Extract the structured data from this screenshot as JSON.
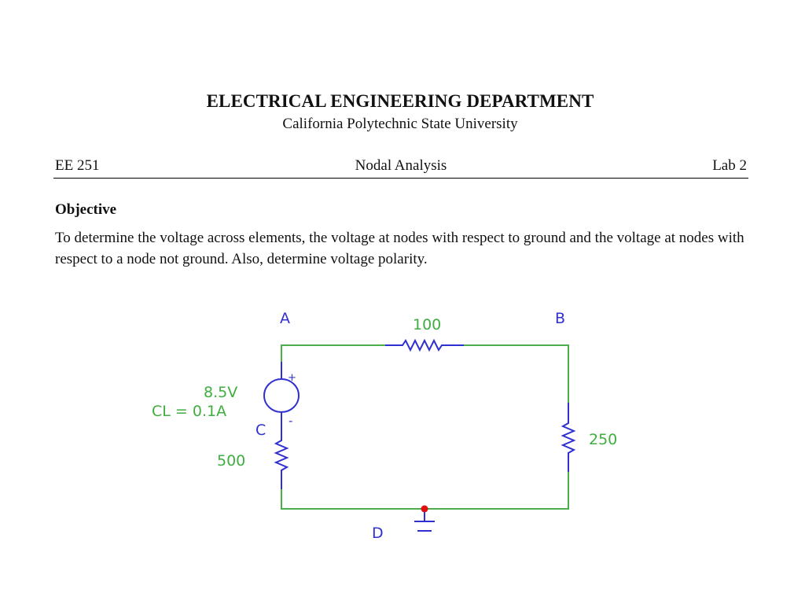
{
  "header": {
    "department": "ELECTRICAL ENGINEERING DEPARTMENT",
    "university": "California Polytechnic State University"
  },
  "course_row": {
    "course": "EE 251",
    "topic": "Nodal Analysis",
    "lab": "Lab 2"
  },
  "objective": {
    "heading": "Objective",
    "text": "To determine the voltage across elements, the voltage at nodes with respect to ground and the voltage at nodes with respect to a node not ground. Also, determine voltage polarity."
  },
  "circuit": {
    "node_a": "A",
    "node_b": "B",
    "node_c": "C",
    "node_d": "D",
    "resistor_ab": "100",
    "resistor_bd": "250",
    "resistor_cd": "500",
    "source_voltage": "8.5V",
    "source_current_limit": "CL = 0.1A",
    "plus_sign": "+",
    "minus_sign": "-",
    "colors": {
      "wire": "#4caf4c",
      "component": "#3030d0",
      "ground_node": "#e01010"
    }
  }
}
